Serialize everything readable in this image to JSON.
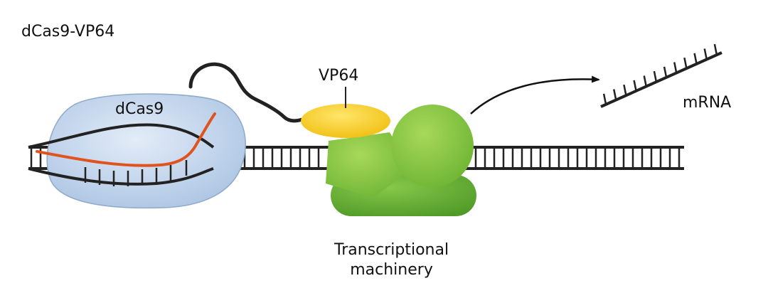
{
  "title": "dCas9-VP64",
  "labels": {
    "dcas9": "dCas9",
    "vp64": "VP64",
    "mrna": "mRNA",
    "machinery_line1": "Transcriptional",
    "machinery_line2": "machinery"
  },
  "colors": {
    "dcas9_body": "#c9daf0",
    "guide_rna": "#e0531e",
    "vp64": "#f5cf1e",
    "machinery_light": "#8cc63f",
    "machinery_dark": "#5aa82e",
    "dna": "#222222"
  }
}
